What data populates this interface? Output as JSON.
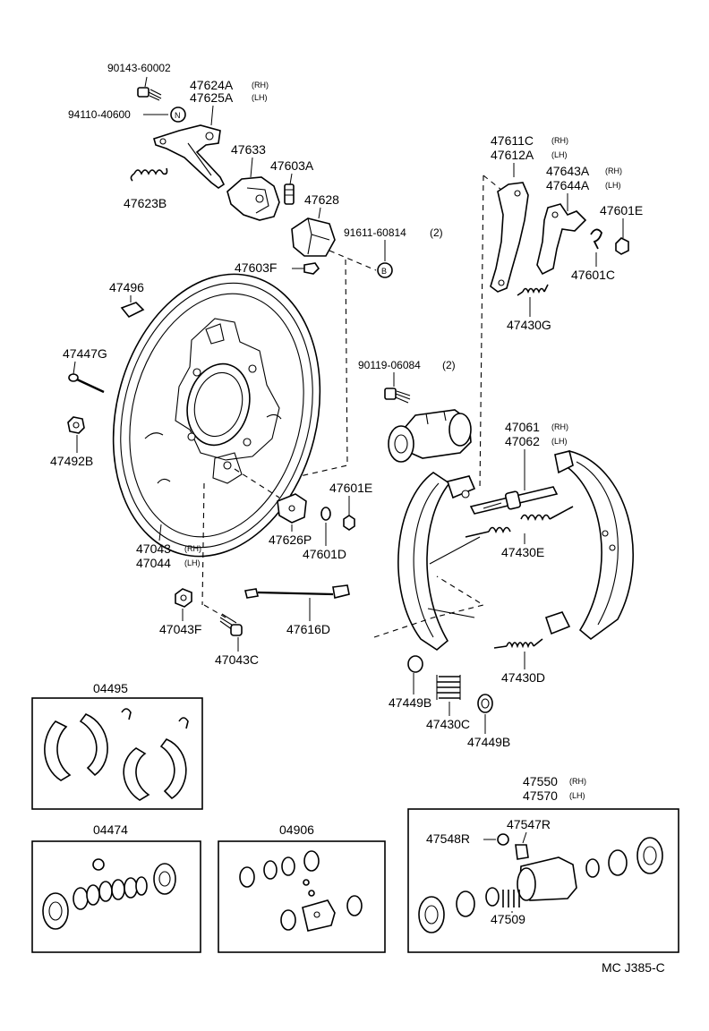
{
  "labels": {
    "p9014360002": "90143-60002",
    "p47624A": "47624A",
    "p47625A": "47625A",
    "rh": "(RH)",
    "lh": "(LH)",
    "p9411040600": "94110-40600",
    "n_mark": "N",
    "b_mark": "B",
    "p47633": "47633",
    "p47603A": "47603A",
    "p47623B": "47623B",
    "p47628": "47628",
    "p9161160814": "91611-60814",
    "qty2": "(2)",
    "p47603F": "47603F",
    "p47496": "47496",
    "p47447G": "47447G",
    "p47492B": "47492B",
    "p47043": "47043",
    "p47044": "47044",
    "p47043F": "47043F",
    "p47043C": "47043C",
    "p47626P": "47626P",
    "p47601E": "47601E",
    "p47601D": "47601D",
    "p47616D": "47616D",
    "p9011906084": "90119-06084",
    "p47611C": "47611C",
    "p47612A": "47612A",
    "p47643A": "47643A",
    "p47644A": "47644A",
    "p47601C": "47601C",
    "p47430G": "47430G",
    "p47061": "47061",
    "p47062": "47062",
    "p47430E": "47430E",
    "p47430D": "47430D",
    "p47430C": "47430C",
    "p47449B": "47449B",
    "p04495": "04495",
    "p04474": "04474",
    "p04906": "04906",
    "p47550": "47550",
    "p47570": "47570",
    "p47547R": "47547R",
    "p47548R": "47548R",
    "p47509": "47509",
    "catalog_code": "MC J385-C"
  },
  "icons": {
    "bolt": "bolt-icon",
    "spring": "spring-icon",
    "nut": "nut-icon"
  },
  "colors": {
    "ink": "#000000",
    "paper": "#ffffff"
  }
}
